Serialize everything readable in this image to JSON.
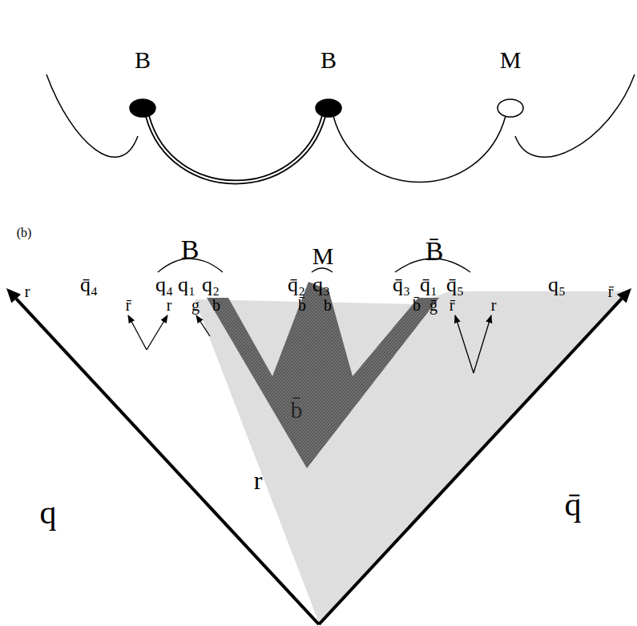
{
  "diagram": {
    "nodes": [
      {
        "text": [
          "B"
        ]
      },
      {
        "text": [
          "B"
        ]
      },
      {
        "text": [
          "M"
        ]
      }
    ],
    "edges": [
      {
        "from": 0,
        "to": 1,
        "arrow": "none"
      },
      {
        "from": 1,
        "to": 2,
        "arrow": "none"
      }
    ],
    "labels": [
      "(b)",
      "B",
      "M",
      "B̄",
      "q̄₄",
      "q₄",
      "q₁",
      "q₂",
      "q̄₂",
      "q₃",
      "q̄₃",
      "q̄₁",
      "q̄₅",
      "q₅",
      "r",
      "r̄",
      "r",
      "g",
      "b",
      "b̄",
      "b",
      "b̄",
      "ḡ",
      "r̄",
      "r",
      "r̄",
      "b̄",
      "q",
      "r",
      "q̄"
    ]
  }
}
